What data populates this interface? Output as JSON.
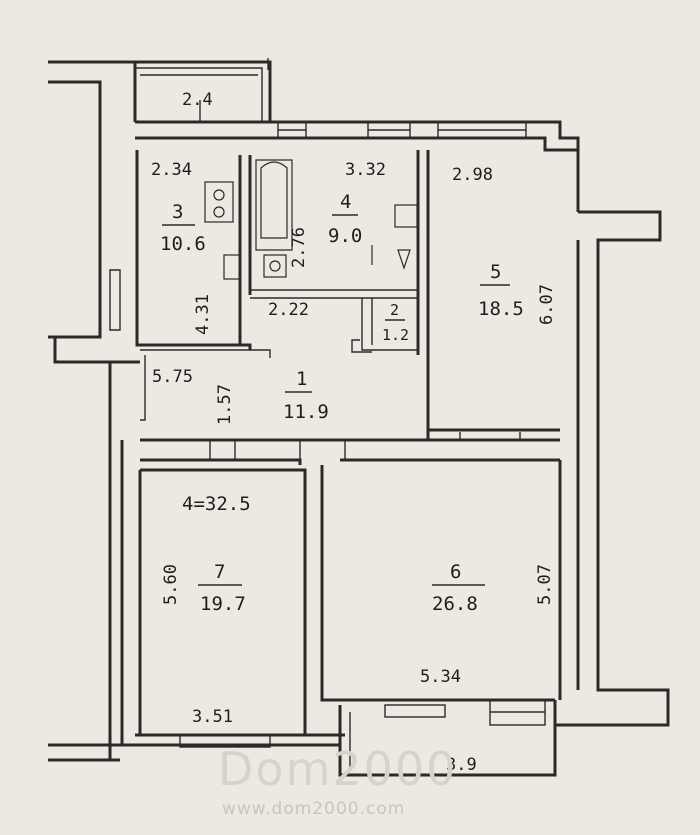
{
  "rooms": [
    {
      "id": "1",
      "num": "1",
      "area": "11.9",
      "dims": [
        "5.75",
        "1.57"
      ]
    },
    {
      "id": "2",
      "num": "2",
      "area": "1.2",
      "dims": [
        "2.22"
      ]
    },
    {
      "id": "3",
      "num": "3",
      "area": "10.6",
      "dims": [
        "2.34",
        "4.31"
      ]
    },
    {
      "id": "4",
      "num": "4",
      "area": "9.0",
      "dims": [
        "3.32",
        "2.76"
      ]
    },
    {
      "id": "5",
      "num": "5",
      "area": "18.5",
      "dims": [
        "2.98",
        "6.07"
      ]
    },
    {
      "id": "6",
      "num": "6",
      "area": "26.8",
      "dims": [
        "5.34",
        "5.07"
      ]
    },
    {
      "id": "7",
      "num": "7",
      "area": "19.7",
      "dims": [
        "5.60",
        "3.51"
      ]
    }
  ],
  "balconies": [
    {
      "id": "top",
      "dim": "2.4"
    },
    {
      "id": "bottom",
      "dim": "3.9"
    }
  ],
  "total_area_label": "4=32.5",
  "watermark": {
    "logo": "Dom2000",
    "url": "www.dom2000.com"
  }
}
